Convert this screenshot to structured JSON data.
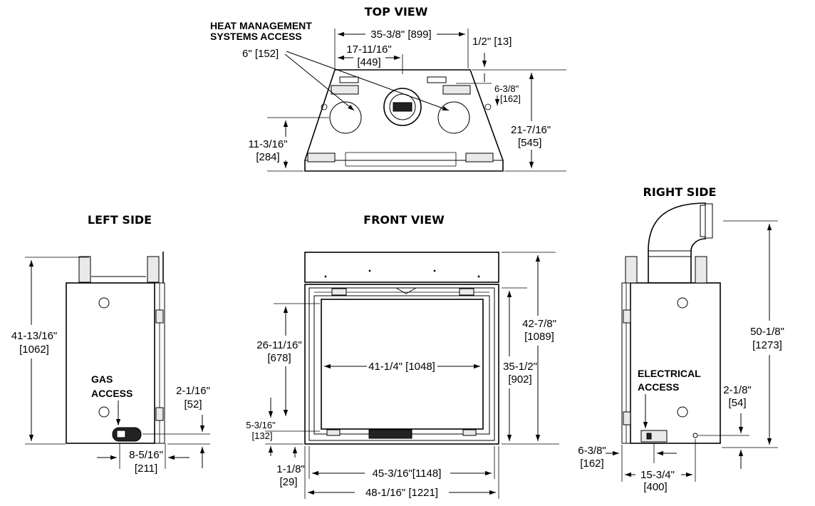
{
  "views": {
    "top": "TOP VIEW",
    "left": "LEFT SIDE",
    "front": "FRONT VIEW",
    "right": "RIGHT SIDE"
  },
  "callouts": {
    "heat_management_line1": "HEAT MANAGEMENT",
    "heat_management_line2": "SYSTEMS ACCESS",
    "gas_line1": "GAS",
    "gas_line2": "ACCESS",
    "electrical_line1": "ELECTRICAL",
    "electrical_line2": "ACCESS"
  },
  "top_view": {
    "width": "35-3/8\" [899]",
    "half_width_imp": "17-11/16\"",
    "half_width_met": "[449]",
    "offset_imp": "1/2\" [13]",
    "collar": "6\" [152]",
    "rear_depth_imp": "6-3/8\"",
    "rear_depth_met": "[162]",
    "depth_imp": "21-7/16\"",
    "depth_met": "[545]",
    "vent_height_imp": "11-3/16\"",
    "vent_height_met": "[284]"
  },
  "left_side": {
    "height_imp": "41-13/16\"",
    "height_met": "[1062]",
    "gas_height_imp": "2-1/16\"",
    "gas_height_met": "[52]",
    "gas_offset_imp": "8-5/16\"",
    "gas_offset_met": "[211]"
  },
  "front_view": {
    "glass_height_imp": "26-11/16\"",
    "glass_height_met": "[678]",
    "glass_width": "41-1/4\" [1048]",
    "opening_height_imp": "35-1/2\"",
    "opening_height_met": "[902]",
    "overall_height_imp": "42-7/8\"",
    "overall_height_met": "[1089]",
    "sill_imp": "5-3/16\"",
    "sill_met": "[132]",
    "base_imp": "1-1/8\"",
    "base_met": "[29]",
    "frame_width": "45-3/16\"[1148]",
    "overall_width": "48-1/16\" [1221]"
  },
  "right_side": {
    "height_imp": "50-1/8\"",
    "height_met": "[1273]",
    "elec_height_imp": "2-1/8\"",
    "elec_height_met": "[54]",
    "elec_depth_imp": "6-3/8\"",
    "elec_depth_met": "[162]",
    "elec_offset_imp": "15-3/4\"",
    "elec_offset_met": "[400]"
  }
}
